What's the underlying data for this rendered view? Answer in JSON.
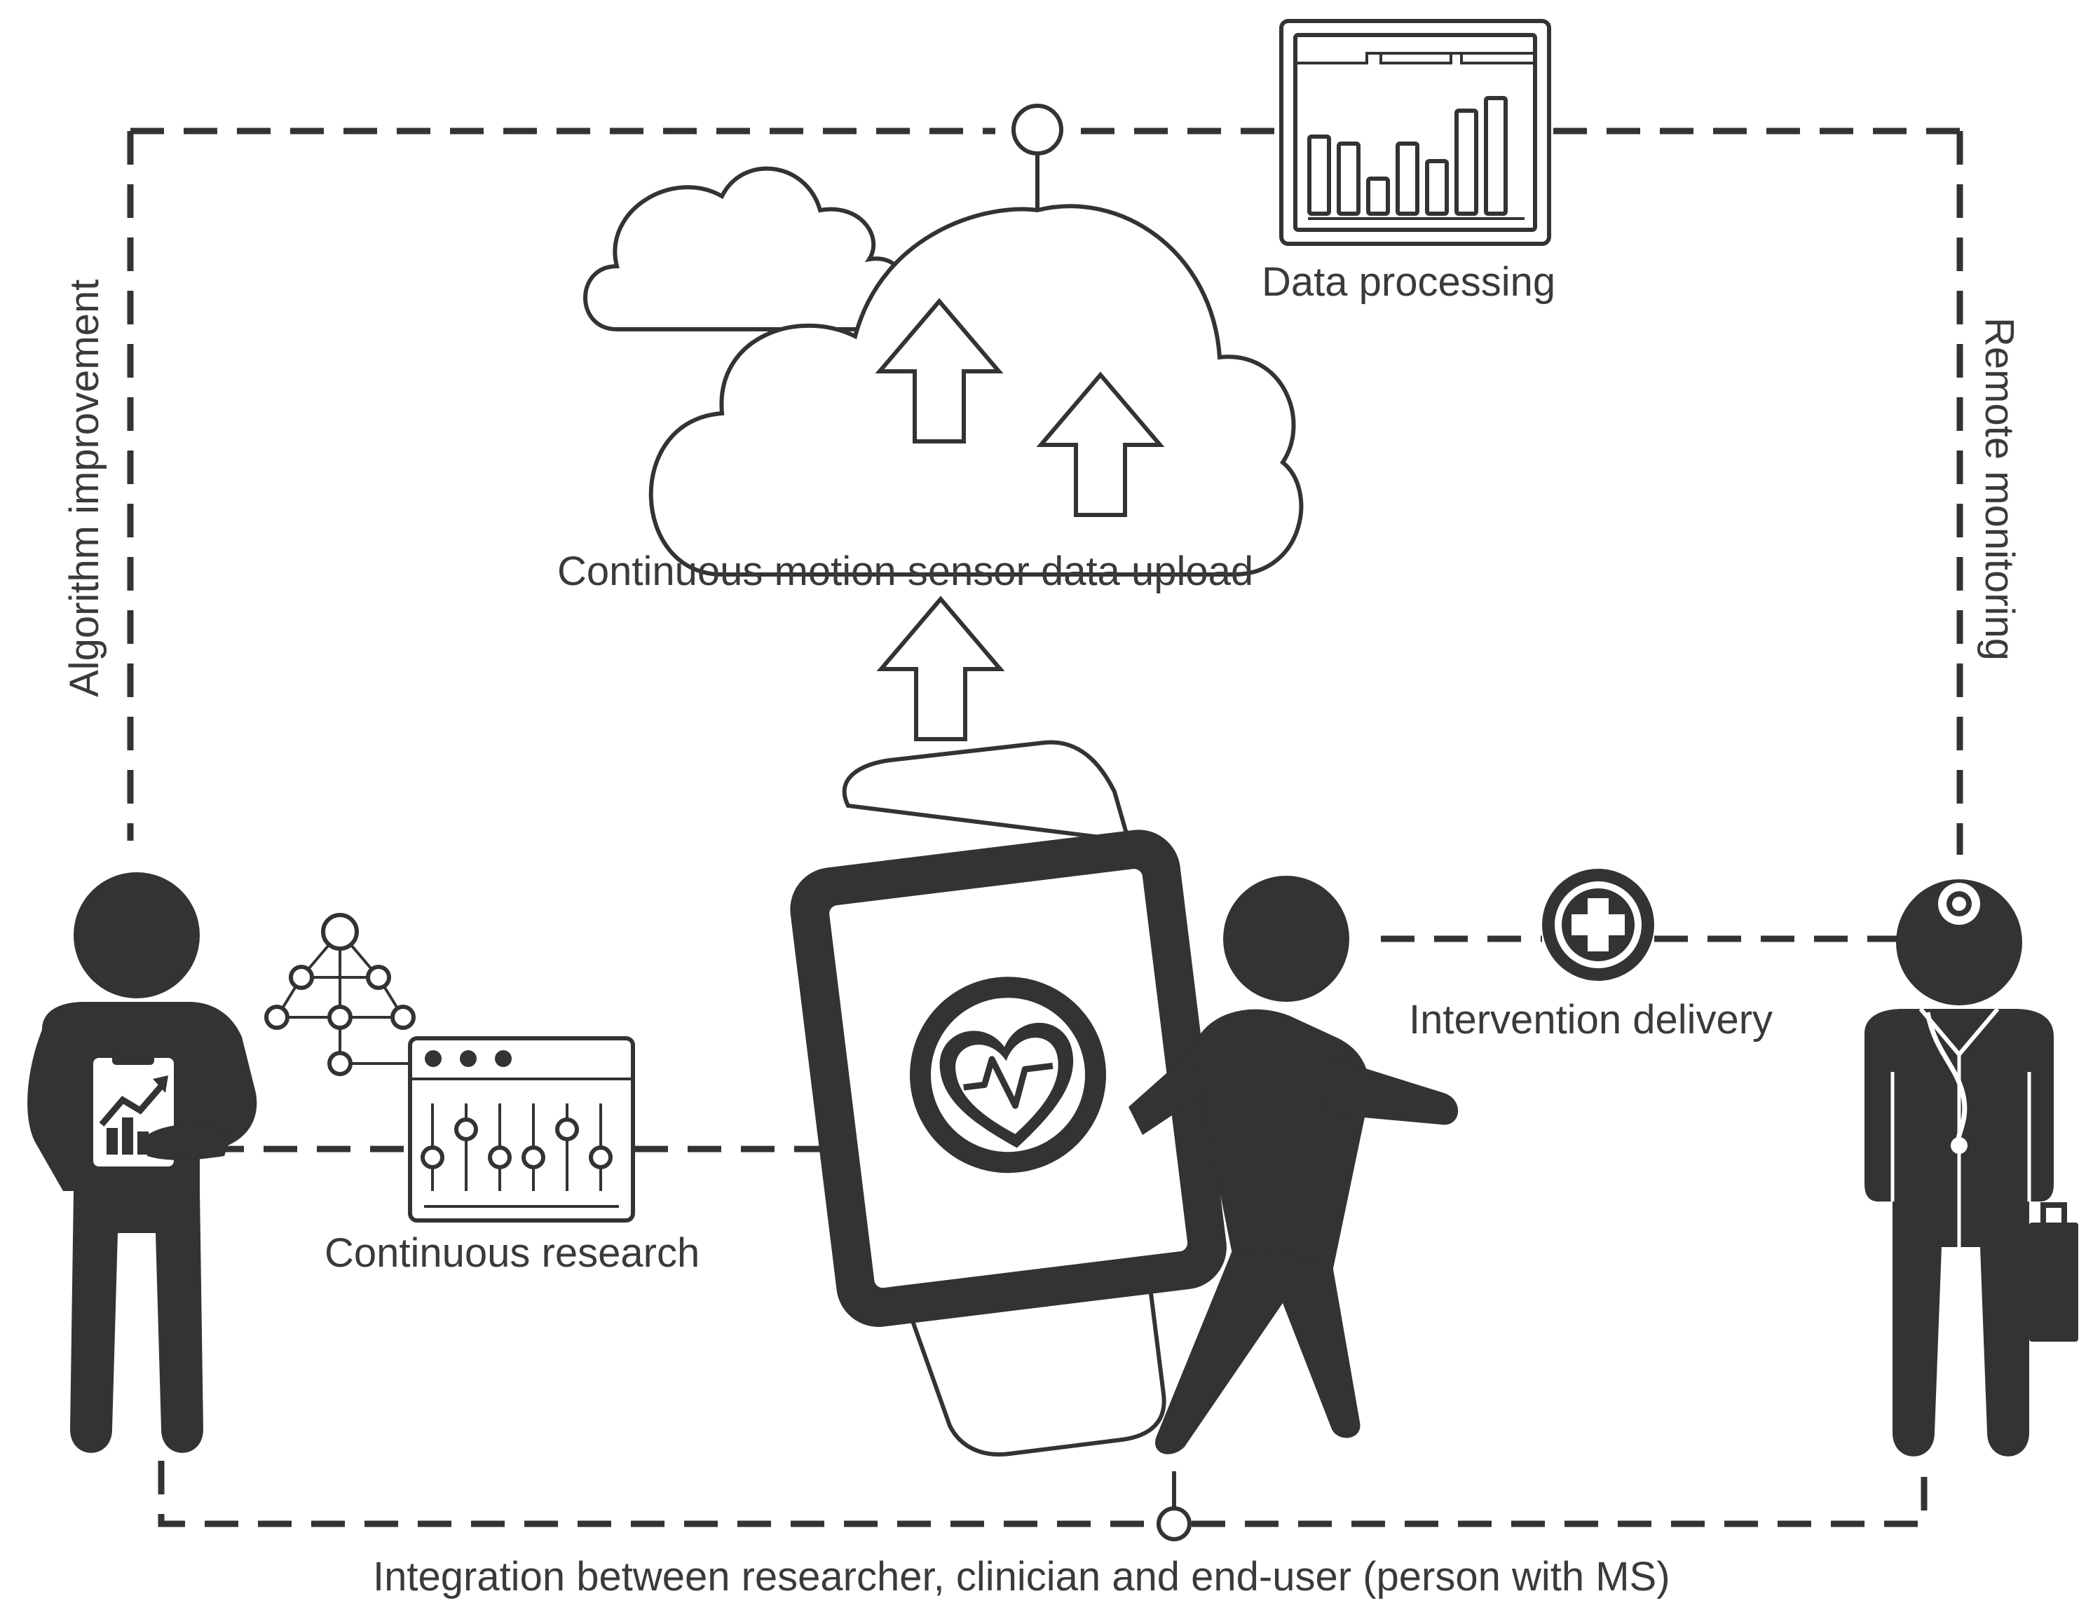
{
  "labels": {
    "data_processing": "Data processing",
    "cloud_upload": "Continuous motion sensor data upload",
    "algorithm_improvement": "Algorithm improvement",
    "remote_monitoring": "Remote monitoring",
    "intervention_delivery": "Intervention delivery",
    "continuous_research": "Continuous research",
    "integration": "Integration between researcher, clinician and end-user (person with MS)"
  },
  "icons": {
    "cloud": "cloud-upload-icon",
    "dashboard": "bar-chart-dashboard-icon",
    "smartwatch": "heart-rate-smartwatch-icon",
    "researcher": "researcher-person-icon",
    "clinician": "doctor-person-icon",
    "end_user": "walking-person-icon",
    "network": "network-graph-icon",
    "equalizer": "equalizer-settings-icon",
    "medical_cross": "medical-cross-icon"
  },
  "colors": {
    "ink": "#333333",
    "text": "#3a3a3a",
    "background": "#ffffff"
  }
}
